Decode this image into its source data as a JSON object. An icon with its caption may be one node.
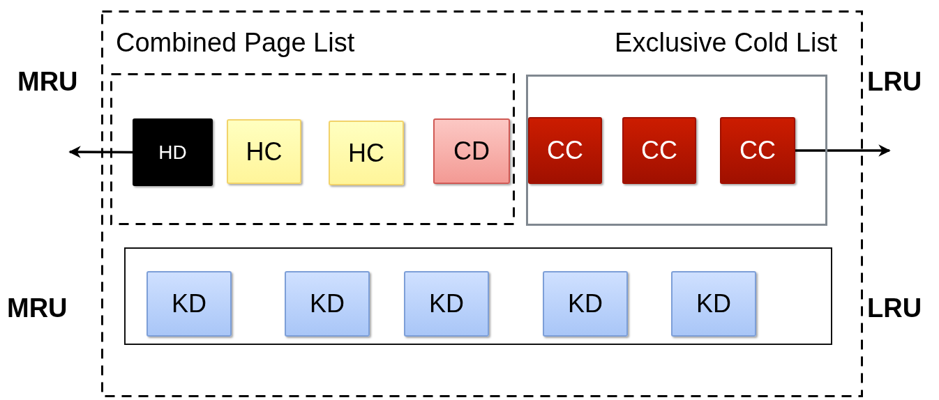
{
  "diagram": {
    "nodes": [
      {
        "text": [],
        "shape": "box"
      },
      {
        "text": [
          "Combined Page List"
        ],
        "in": 0
      },
      {
        "text": [
          "HD"
        ],
        "in": 1
      },
      {
        "text": [
          "HC"
        ],
        "in": 1
      },
      {
        "text": [
          "HC"
        ],
        "in": 1
      },
      {
        "text": [
          "CD"
        ],
        "in": 1
      },
      {
        "text": [
          "Exclusive Cold List"
        ],
        "in": 0
      },
      {
        "text": [
          "CC"
        ],
        "in": 6
      },
      {
        "text": [
          "CC"
        ],
        "in": 6
      },
      {
        "text": [
          "CC"
        ],
        "in": 6
      },
      {
        "text": [],
        "shape": "box",
        "in": 0
      },
      {
        "text": [
          "KD"
        ],
        "in": 10
      },
      {
        "text": [
          "KD"
        ],
        "in": 10
      },
      {
        "text": [
          "KD"
        ],
        "in": 10
      },
      {
        "text": [
          "KD"
        ],
        "in": 10
      },
      {
        "text": [
          "KD"
        ],
        "in": 10
      }
    ],
    "edges": [
      {
        "from": 2,
        "to": null,
        "arrow": "to"
      },
      {
        "from": 9,
        "to": null,
        "arrow": "to"
      }
    ],
    "labels": [
      "MRU",
      "LRU",
      "MRU",
      "LRU"
    ]
  }
}
